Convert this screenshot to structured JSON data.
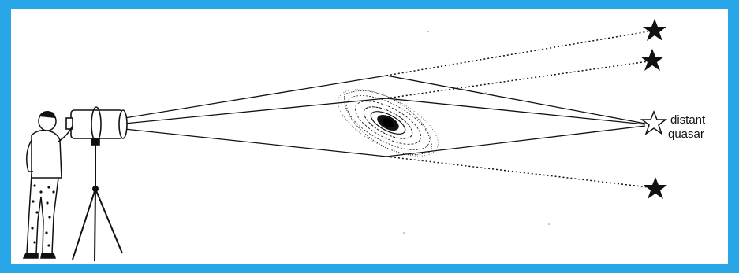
{
  "diagram": {
    "labels": {
      "quasar_line1": "distant",
      "quasar_line2": "quasar"
    },
    "colors": {
      "frame_border": "#29a6e8",
      "ink": "#111111",
      "background": "#ffffff"
    },
    "icons": [
      "observer-figure",
      "telescope",
      "tripod",
      "spiral-galaxy",
      "star-icon",
      "quasar-star-outline-icon"
    ]
  }
}
